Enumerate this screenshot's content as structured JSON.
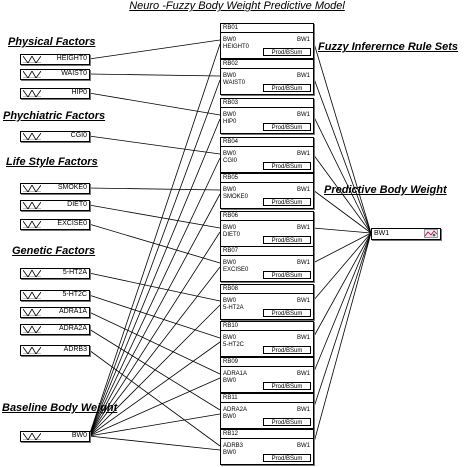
{
  "title": "Neuro -Fuzzy Body Weight Predictive Model",
  "groups": {
    "physical": "Physical Factors",
    "psychiatric": "Phychiatric  Factors",
    "lifestyle": "Life Style Factors",
    "genetic": "Genetic Factors",
    "baseline": "Baseline  Body Weight",
    "rules": "Fuzzy Inferernce Rule Sets",
    "predictive": "Predictive  Body Weight"
  },
  "inputs": [
    "HEIGHT0",
    "WAIST0",
    "HIP0",
    "CGI0",
    "SMOKE0",
    "DIET0",
    "EXCISE0",
    "5-HT2A",
    "5-HT2C",
    "ADRA1A",
    "ADRA2A",
    "ADRB3",
    "BW0"
  ],
  "rules": [
    {
      "id": "RB01",
      "lines": [
        "BW0",
        "HEIGHT0"
      ],
      "out": "BW1",
      "op": "Prod/BSum"
    },
    {
      "id": "RB02",
      "lines": [
        "BW0",
        "WAIST0"
      ],
      "out": "BW1",
      "op": "Prod/BSum"
    },
    {
      "id": "RB03",
      "lines": [
        "BW0",
        "HIP0"
      ],
      "out": "BW1",
      "op": "Prod/BSum"
    },
    {
      "id": "RB04",
      "lines": [
        "BW0",
        "CGI0"
      ],
      "out": "BW1",
      "op": "Prod/BSum"
    },
    {
      "id": "RB05",
      "lines": [
        "BW0",
        "SMOKE0"
      ],
      "out": "BW1",
      "op": "Prod/BSum"
    },
    {
      "id": "RB06",
      "lines": [
        "BW0",
        "DIET0"
      ],
      "out": "BW1",
      "op": "Prod/BSum"
    },
    {
      "id": "RB07",
      "lines": [
        "BW0",
        "EXCISE0"
      ],
      "out": "BW1",
      "op": "Prod/BSum"
    },
    {
      "id": "RB08",
      "lines": [
        "BW0",
        "5-HT2A"
      ],
      "out": "BW1",
      "op": "Prod/BSum"
    },
    {
      "id": "RB10",
      "lines": [
        "BW0",
        "5-HT2C"
      ],
      "out": "BW1",
      "op": "Prod/BSum"
    },
    {
      "id": "RB09",
      "lines": [
        "ADRA1A",
        "BW0"
      ],
      "out": "BW1",
      "op": "Prod/BSum"
    },
    {
      "id": "RB11",
      "lines": [
        "ADRA2A",
        "BW0"
      ],
      "out": "BW1",
      "op": "Prod/BSum"
    },
    {
      "id": "RB12",
      "lines": [
        "ADRB3",
        "BW0"
      ],
      "out": "BW1",
      "op": "Prod/BSum"
    }
  ],
  "output": {
    "label": "BW1"
  }
}
